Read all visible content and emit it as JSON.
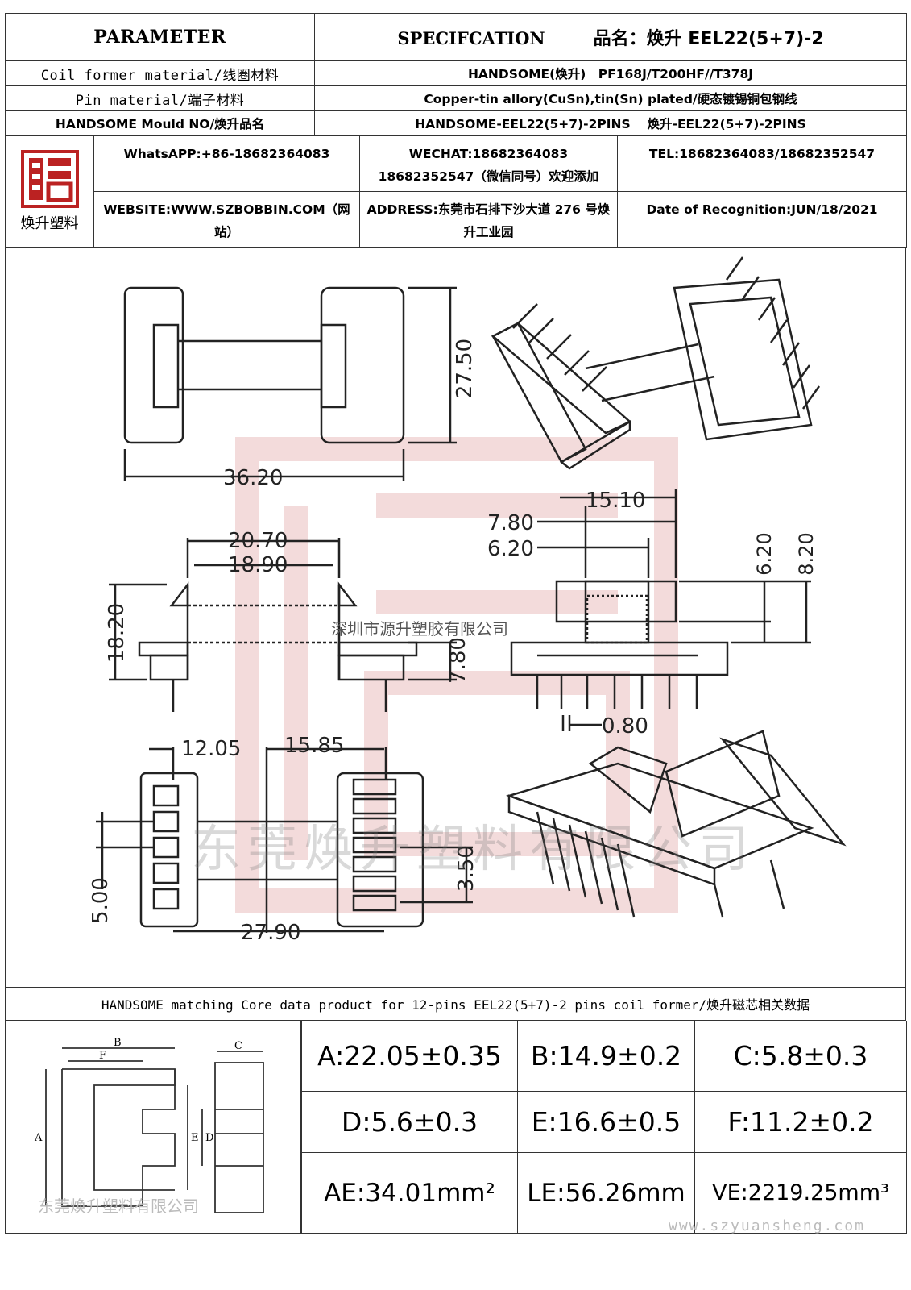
{
  "header": {
    "parameter": "PARAMETER",
    "specification": "SPECIFCATION",
    "product_name": "品名：焕升 EEL22(5+7)-2"
  },
  "rows": [
    {
      "label": "Coil former material/线圈材料",
      "value": "HANDSOME(焕升)　PF168J/T200HF//T378J"
    },
    {
      "label": "Pin material/端子材料",
      "value": "Copper-tin allory(CuSn),tin(Sn) plated/硬态镀锡铜包钢线"
    },
    {
      "label": "HANDSOME Mould NO/焕升品名",
      "value": "HANDSOME-EEL22(5+7)-2PINS　 焕升-EEL22(5+7)-2PINS"
    }
  ],
  "contact": {
    "logo_name": "焕升塑料",
    "whatsapp": "WhatsAPP:+86-18682364083",
    "wechat": "WECHAT:18682364083 18682352547（微信同号）欢迎添加",
    "tel": "TEL:18682364083/18682352547",
    "website": "WEBSITE:WWW.SZBOBBIN.COM（网站）",
    "address": "ADDRESS:东莞市石排下沙大道 276 号焕升工业园",
    "date": "Date of Recognition:JUN/18/2021"
  },
  "drawing": {
    "dimensions": {
      "A": "27.50",
      "B": "36.20",
      "C": "20.70",
      "D": "18.90",
      "E": "18.20",
      "F": "7.80",
      "G": "15.10",
      "H": "7.80",
      "I": "6.20",
      "J": "6.20",
      "K": "8.20",
      "L": "0.80",
      "M": "12.05",
      "N": "15.85",
      "O": "3.50",
      "P": "5.00",
      "Q": "27.90"
    },
    "watermark_small": "深圳市源升塑胶有限公司",
    "watermark_big": "东莞焕升塑料有限公司"
  },
  "core_title": "HANDSOME matching Core data  product for 12-pins EEL22(5+7)-2 pins coil former/焕升磁芯相关数据",
  "core_drawing_labels": {
    "A": "A",
    "B": "B",
    "C": "C",
    "D": "D",
    "E": "E",
    "F": "F"
  },
  "core_watermark": "东莞焕升塑料有限公司",
  "core_values": [
    [
      "A:22.05±0.35",
      "B:14.9±0.2",
      "C:5.8±0.3"
    ],
    [
      "D:5.6±0.3",
      "E:16.6±0.5",
      "F:11.2±0.2"
    ],
    [
      "AE:34.01mm²",
      "LE:56.26mm",
      "VE:2219.25mm³"
    ]
  ],
  "footer_url": "www.szyuansheng.com"
}
